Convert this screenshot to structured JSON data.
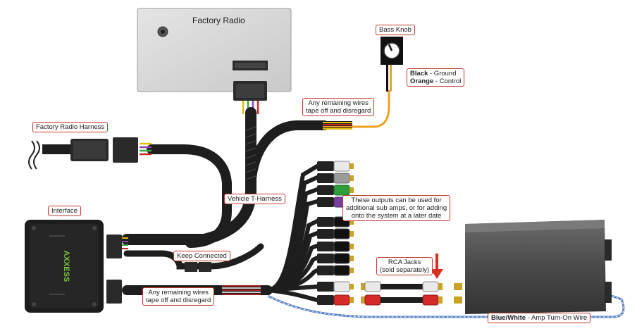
{
  "factory_radio": {
    "label": "Factory Radio"
  },
  "bass_knob": {
    "label": "Bass Knob",
    "wire_black": "Black",
    "wire_black_desc": " - Ground",
    "wire_orange": "Orange",
    "wire_orange_desc": " - Control"
  },
  "top_tape_off": {
    "line1": "Any remaining wires",
    "line2": "tape off and disregard"
  },
  "factory_radio_harness": {
    "label": "Factory Radio Harness"
  },
  "vehicle_t_harness": {
    "label": "Vehicle T-Harness"
  },
  "interface": {
    "label": "Interface",
    "brand": "AXXESS"
  },
  "keep_connected": {
    "label": "Keep Connected"
  },
  "bottom_tape_off": {
    "line1": "Any remaining wires",
    "line2": "tape off and disregard"
  },
  "outputs_note": {
    "line1": "These outputs can be used for",
    "line2": "additional sub amps, or for adding",
    "line3": "onto the system at a later date"
  },
  "rca_jacks": {
    "line1": "RCA Jacks",
    "line2": "(sold separately)"
  },
  "amp_turn_on": {
    "bold": "Blue/White",
    "rest": " - Amp Turn-On Wire"
  },
  "colors": {
    "label_border": "#c0392b",
    "arrow": "#d93025",
    "cable": "#1e1e1e",
    "orange_wire": "#f0a020"
  }
}
